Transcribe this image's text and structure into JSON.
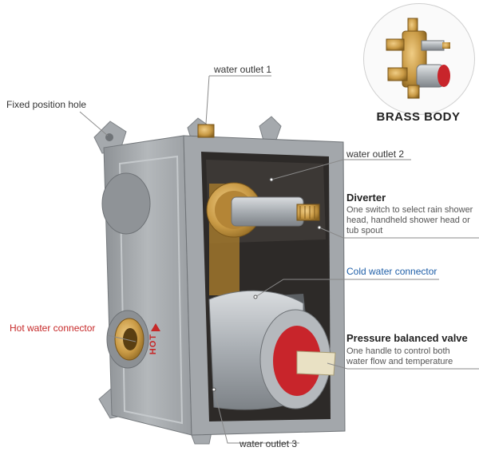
{
  "labels": {
    "fixed_hole": "Fixed position hole",
    "outlet1": "water outlet 1",
    "outlet2": "water outlet 2",
    "outlet3": "water outlet 3",
    "hot_connector": "Hot water connector",
    "cold_connector": "Cold water connector"
  },
  "diverter": {
    "title": "Diverter",
    "desc_lines": [
      "One switch to select rain shower",
      "head, handheld shower head or",
      "tub spout"
    ]
  },
  "valve": {
    "title": "Pressure balanced valve",
    "desc_lines": [
      "One handle to control both",
      "water flow and temperature"
    ]
  },
  "brass_body": "BRASS BODY",
  "hot_mark": "HOT",
  "colors": {
    "hot_label": "#c62828",
    "cold_label": "#1f5fa8",
    "body": "#9ea2a6",
    "brass": "#c99a45"
  }
}
